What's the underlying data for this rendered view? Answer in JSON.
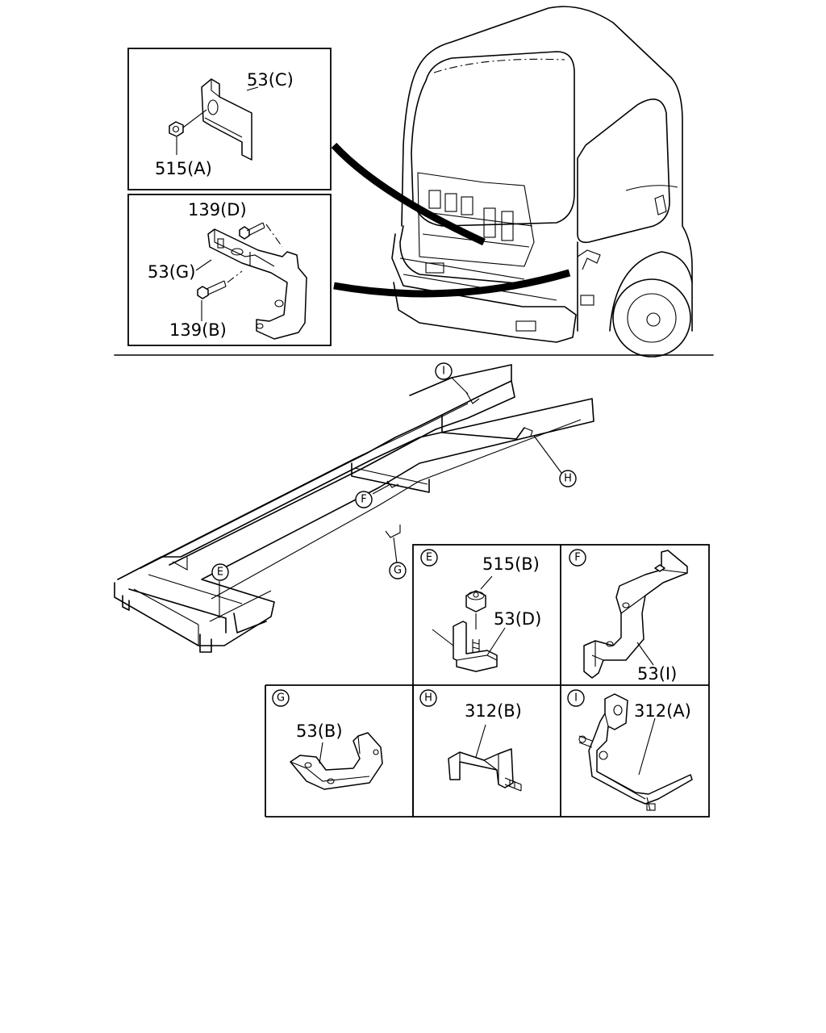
{
  "callouts": {
    "c53C": "53(C)",
    "c515A": "515(A)",
    "c139D": "139(D)",
    "c53G": "53(G)",
    "c139B": "139(B)",
    "c515B": "515(B)",
    "c53D": "53(D)",
    "c53I": "53(I)",
    "c53B": "53(B)",
    "c312B": "312(B)",
    "c312A": "312(A)"
  },
  "location_markers": {
    "E": "E",
    "F": "F",
    "G": "G",
    "H": "H",
    "I": "I"
  },
  "detail_panels": {
    "E": "E",
    "F": "F",
    "G": "G",
    "H": "H",
    "I": "I"
  }
}
